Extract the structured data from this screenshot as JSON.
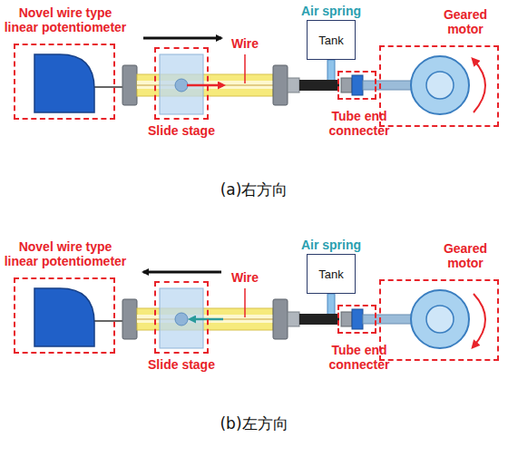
{
  "diagram": {
    "nodes": [
      {
        "text": [
          "Novel wire type linear potentiometer"
        ]
      },
      {
        "text": [
          "Slide stage"
        ]
      },
      {
        "text": [
          "Tank"
        ]
      },
      {
        "text": [
          "Tube end connecter"
        ]
      },
      {
        "text": [
          "Geared motor"
        ]
      },
      {
        "text": [
          "Novel wire type linear potentiometer"
        ]
      },
      {
        "text": [
          "Slide stage"
        ]
      },
      {
        "text": [
          "Tank"
        ]
      },
      {
        "text": [
          "Tube end connecter"
        ]
      },
      {
        "text": [
          "Geared motor"
        ]
      }
    ],
    "labels": [
      "Air spring",
      "Wire",
      "(a)右方向",
      "Air spring",
      "Wire",
      "(b)左方向"
    ]
  }
}
